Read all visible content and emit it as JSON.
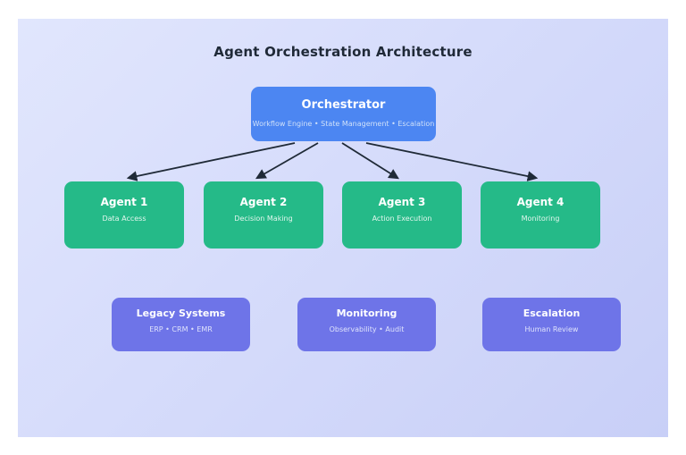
{
  "title": "Agent Orchestration Architecture",
  "colors": {
    "canvas_light": "#e1e6fd",
    "canvas_dark": "#c8cff7",
    "orchestrator_fill": "#4c86f2",
    "agent_fill": "#25ba88",
    "system_fill": "#6e74e8",
    "arrow": "#1f2a37",
    "title_text": "#1f2937"
  },
  "orchestrator": {
    "title": "Orchestrator",
    "subtitle": "Workflow Engine • State Management • Escalation"
  },
  "agents": [
    {
      "title": "Agent 1",
      "subtitle": "Data Access"
    },
    {
      "title": "Agent 2",
      "subtitle": "Decision Making"
    },
    {
      "title": "Agent 3",
      "subtitle": "Action Execution"
    },
    {
      "title": "Agent 4",
      "subtitle": "Monitoring"
    }
  ],
  "systems": [
    {
      "title": "Legacy Systems",
      "subtitle": "ERP • CRM • EMR"
    },
    {
      "title": "Monitoring",
      "subtitle": "Observability • Audit"
    },
    {
      "title": "Escalation",
      "subtitle": "Human Review"
    }
  ]
}
